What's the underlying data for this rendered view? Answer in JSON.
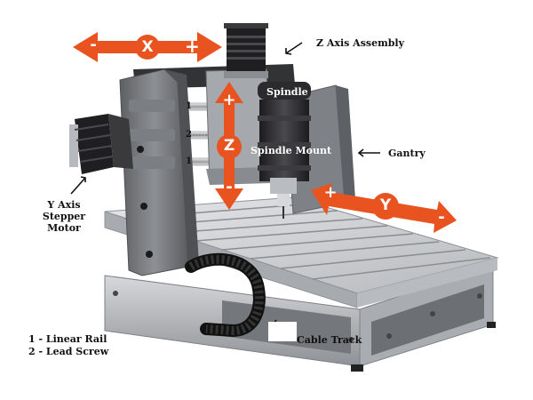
{
  "labels": {
    "z_axis_assembly": "Z Axis Assembly",
    "spindle": "Spindle",
    "spindle_mount": "Spindle Mount",
    "gantry": "Gantry",
    "y_axis_stepper_motor": [
      "Y Axis",
      "Stepper",
      "Motor"
    ],
    "cable_track": "Cable Track"
  },
  "axes": {
    "x": {
      "letter": "X",
      "minus": "-",
      "plus": "+"
    },
    "y": {
      "letter": "Y",
      "minus": "-",
      "plus": "+"
    },
    "z": {
      "letter": "Z",
      "minus": "-",
      "plus": "+"
    }
  },
  "rail_numbers": [
    "1",
    "2",
    "1"
  ],
  "legend": [
    "1 - Linear Rail",
    "2 - Lead Screw"
  ],
  "colors": {
    "arrow": "#e8531f",
    "frame": "#9a9ca0",
    "dark": "#2a2a2c",
    "table": "#c8cbcf"
  },
  "icons": [
    "pointer-arrow-icon"
  ]
}
